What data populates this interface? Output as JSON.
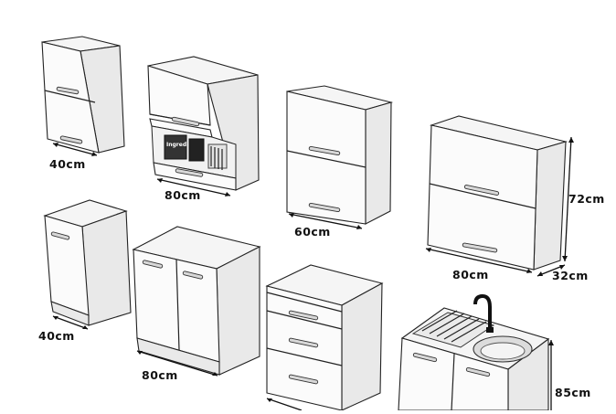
{
  "dimensions": {
    "upper_40": "40cm",
    "upper_80_open": "80cm",
    "upper_60": "60cm",
    "upper_80_large": "80cm",
    "height_72": "72cm",
    "depth_32": "32cm",
    "base_40": "40cm",
    "base_80": "80cm",
    "height_85": "85cm"
  },
  "colors": {
    "cabinet_front": "#fbfbfb",
    "cabinet_side": "#e9e9e9",
    "outline": "#222222",
    "handle": "#d8d8d8"
  }
}
